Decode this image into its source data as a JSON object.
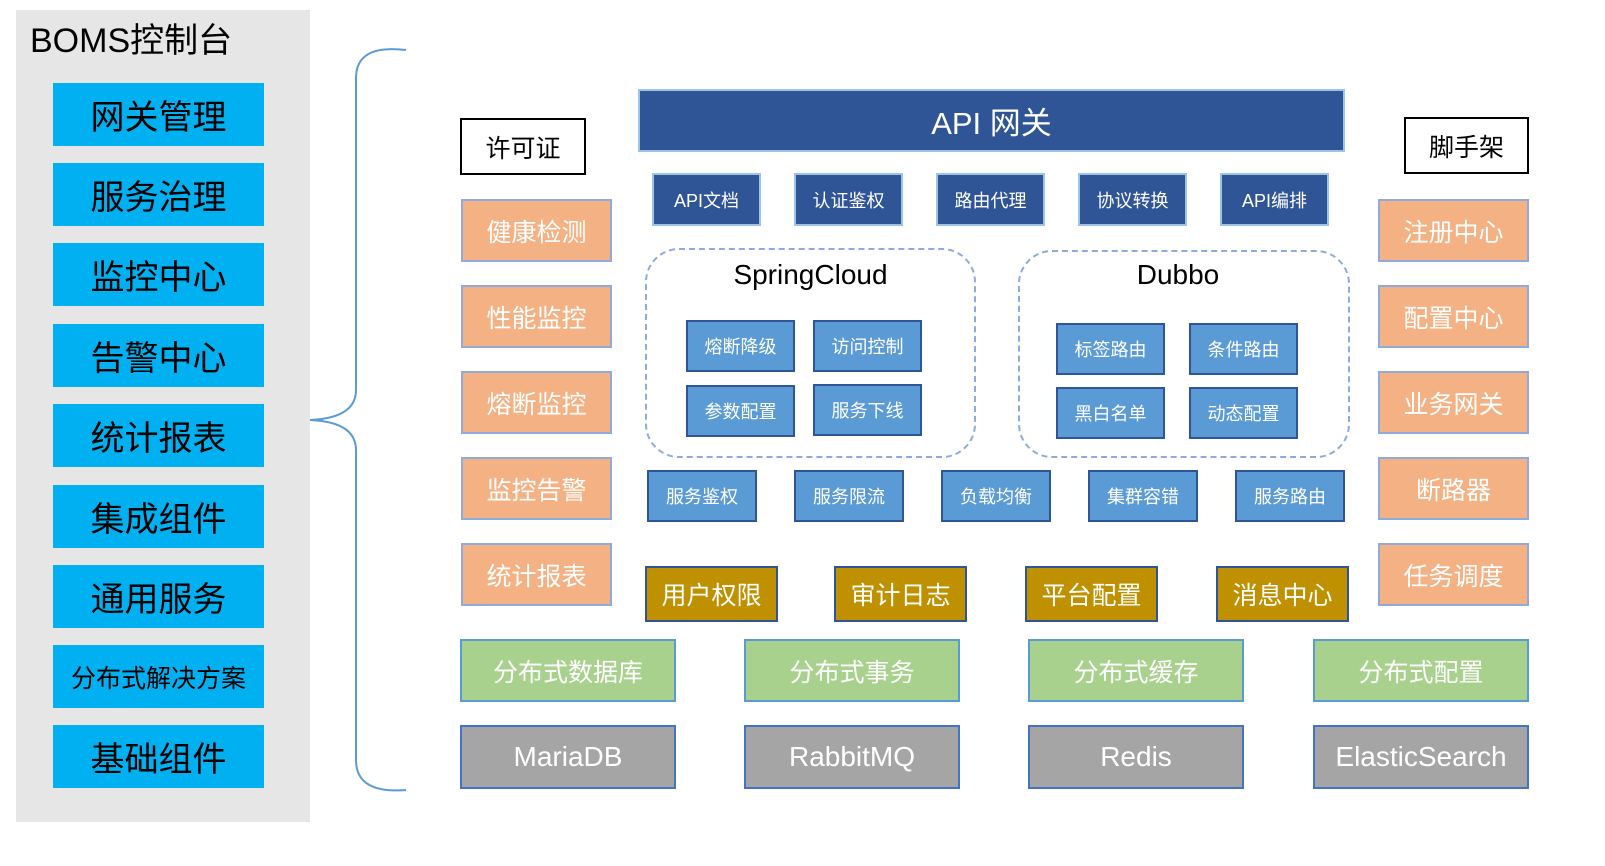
{
  "console": {
    "title": "BOMS控制台",
    "items": [
      "网关管理",
      "服务治理",
      "监控中心",
      "告警中心",
      "统计报表",
      "集成组件",
      "通用服务",
      "分布式解决方案",
      "基础组件"
    ]
  },
  "license_label": "许可证",
  "scaffold_label": "脚手架",
  "gateway": {
    "title": "API 网关",
    "subs": [
      "API文档",
      "认证鉴权",
      "路由代理",
      "协议转换",
      "API编排"
    ]
  },
  "left_column": [
    "健康检测",
    "性能监控",
    "熔断监控",
    "监控告警",
    "统计报表"
  ],
  "right_column": [
    "注册中心",
    "配置中心",
    "业务网关",
    "断路器",
    "任务调度"
  ],
  "springcloud": {
    "title": "SpringCloud",
    "items": [
      "熔断降级",
      "访问控制",
      "参数配置",
      "服务下线"
    ]
  },
  "dubbo": {
    "title": "Dubbo",
    "items": [
      "标签路由",
      "条件路由",
      "黑白名单",
      "动态配置"
    ]
  },
  "service_row": [
    "服务鉴权",
    "服务限流",
    "负载均衡",
    "集群容错",
    "服务路由"
  ],
  "common_services": [
    "用户权限",
    "审计日志",
    "平台配置",
    "消息中心"
  ],
  "distributed": [
    "分布式数据库",
    "分布式事务",
    "分布式缓存",
    "分布式配置"
  ],
  "infra": [
    "MariaDB",
    "RabbitMQ",
    "Redis",
    "ElasticSearch"
  ],
  "colors": {
    "console_item": "#00b0f0",
    "gateway": "#2f5597",
    "orange": "#f4b183",
    "blue": "#5b9bd5",
    "gold": "#bf9000",
    "green": "#a9d18e",
    "grey": "#a5a5a5"
  }
}
